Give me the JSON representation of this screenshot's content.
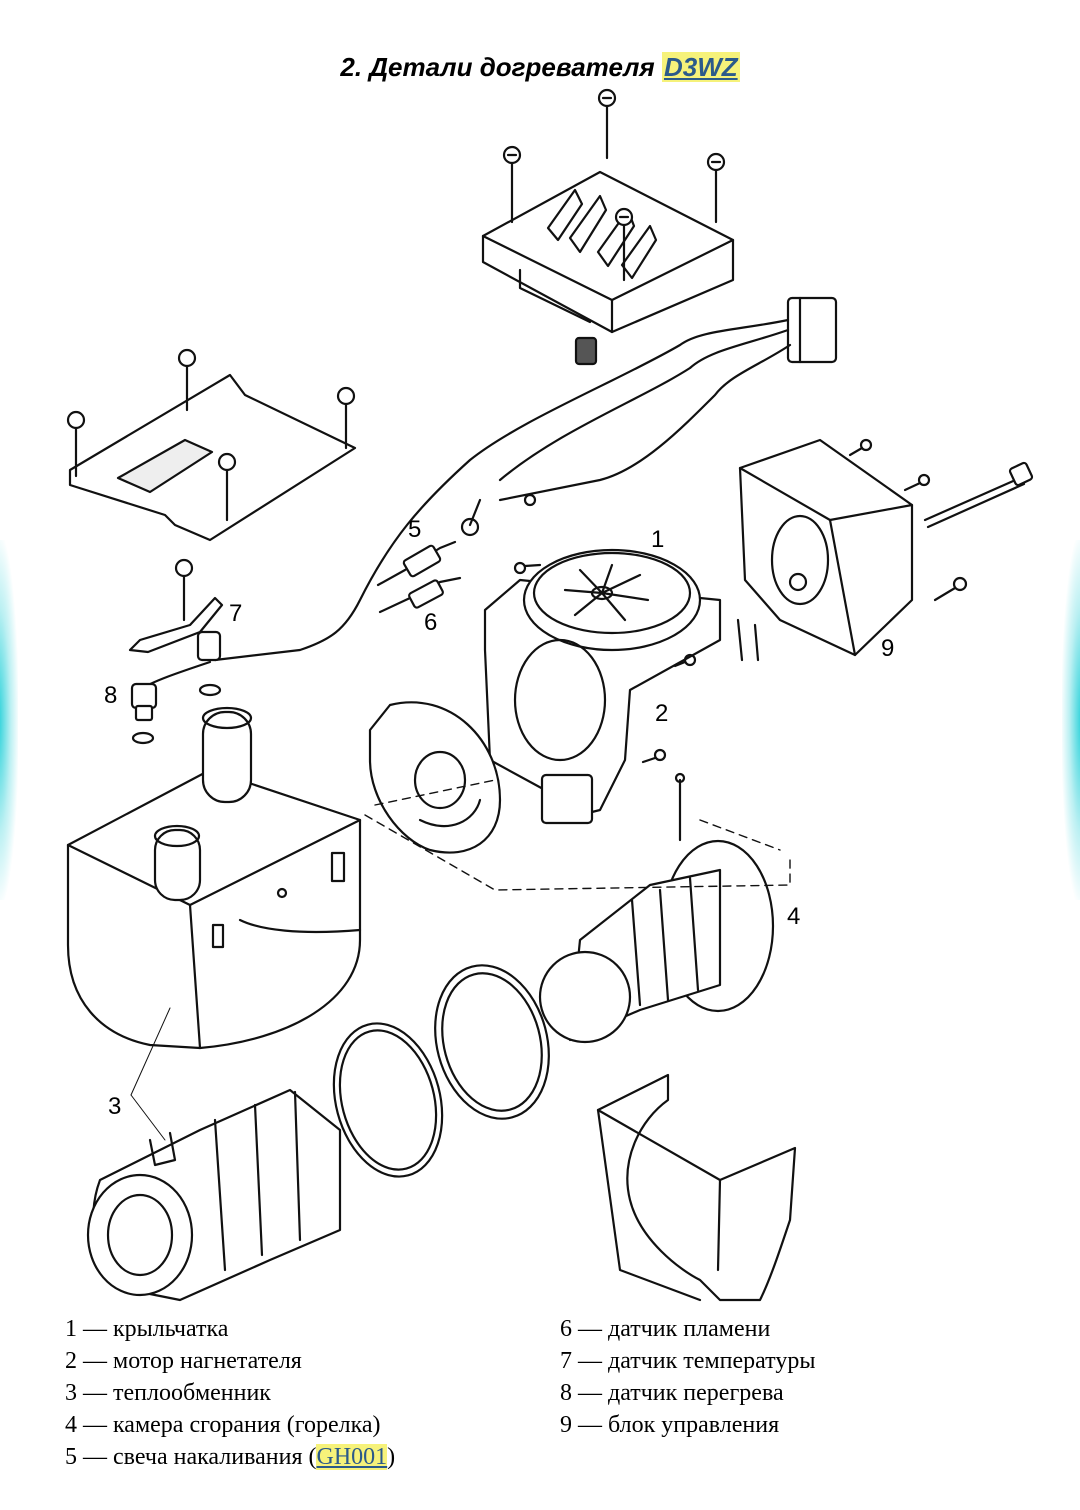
{
  "title": {
    "prefix": "2. Детали догревателя ",
    "model": "D3WZ"
  },
  "callouts": [
    "1",
    "2",
    "3",
    "4",
    "5",
    "6",
    "7",
    "8",
    "9"
  ],
  "legend": {
    "left": [
      {
        "num": "1",
        "sep": " — ",
        "text": "крыльчатка"
      },
      {
        "num": "2",
        "sep": " — ",
        "text": "мотор нагнетателя"
      },
      {
        "num": "3",
        "sep": " — ",
        "text": "теплообменник"
      },
      {
        "num": "4",
        "sep": " — ",
        "text": "камера сгорания (горелка)"
      },
      {
        "num": "5",
        "sep": " — ",
        "text": "свеча накаливания (",
        "ref": "GH001",
        "after": ")"
      }
    ],
    "right": [
      {
        "num": "6",
        "sep": " — ",
        "text": "датчик пламени"
      },
      {
        "num": "7",
        "sep": " — ",
        "text": "датчик температуры"
      },
      {
        "num": "8",
        "sep": " — ",
        "text": "датчик перегрева"
      },
      {
        "num": "9",
        "sep": " — ",
        "text": "блок управления"
      }
    ]
  },
  "colors": {
    "highlight": "#f6f27a",
    "link": "#2b5a8a",
    "edge_glow": "#00c8d2"
  }
}
